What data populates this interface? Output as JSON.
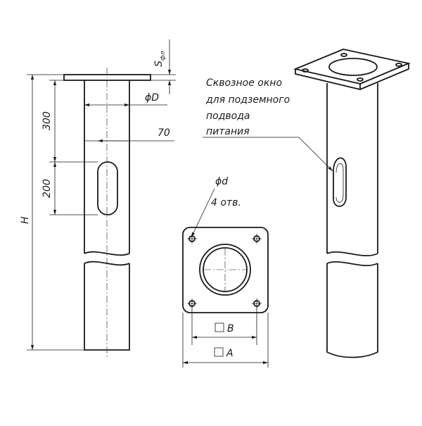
{
  "dimensions": {
    "s_fl": "S",
    "s_fl_sub": "фл",
    "diameter_D": "ϕD",
    "width_70": "70",
    "height_300": "300",
    "height_200": "200",
    "total_H": "H",
    "hole_diameter": "ϕd",
    "hole_count": "4 отв.",
    "inner_B": "B",
    "outer_A": "A"
  },
  "callout": {
    "line1": "Сквозное окно",
    "line2": "для подземного",
    "line3": "подвода",
    "line4": "питания"
  },
  "colors": {
    "line": "#1a1a1a",
    "background": "#ffffff"
  }
}
